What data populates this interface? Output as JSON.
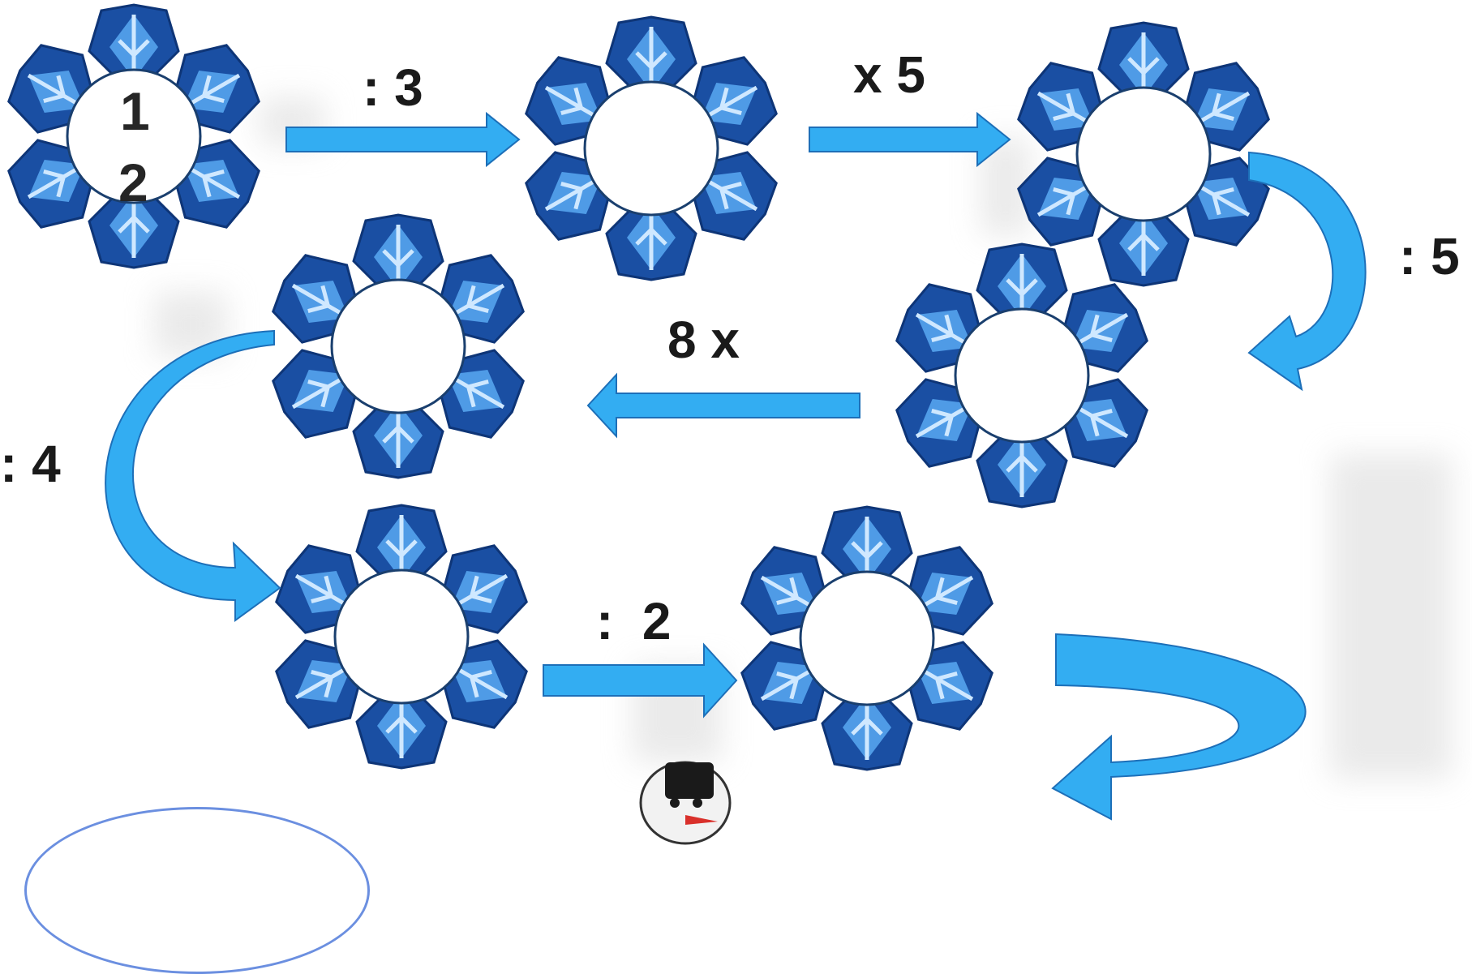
{
  "start_number": "1\n2",
  "start_digits": [
    "1",
    "2"
  ],
  "operations": [
    ": 3",
    "x 5",
    ": 5",
    "8 x",
    ": 4",
    ":  2"
  ],
  "nodes": [
    {
      "id": "start",
      "value": "12"
    },
    {
      "id": "after-div-3",
      "value": ""
    },
    {
      "id": "after-mul-5",
      "value": ""
    },
    {
      "id": "after-div-5",
      "value": ""
    },
    {
      "id": "after-mul-8",
      "value": ""
    },
    {
      "id": "after-div-4",
      "value": ""
    },
    {
      "id": "after-div-2",
      "value": ""
    }
  ],
  "colors": {
    "arrow_fill": "#33adf2",
    "arrow_stroke": "#1d6fb8",
    "flake_dark": "#1a4fa3",
    "flake_light": "#4f9be6",
    "circle_fill": "#ffffff",
    "circle_stroke": "#1a3f6e"
  },
  "icons": [
    "snowflake-icon",
    "arrow-right-icon",
    "arrow-left-icon",
    "curved-arrow-icon",
    "snowman-icon"
  ]
}
